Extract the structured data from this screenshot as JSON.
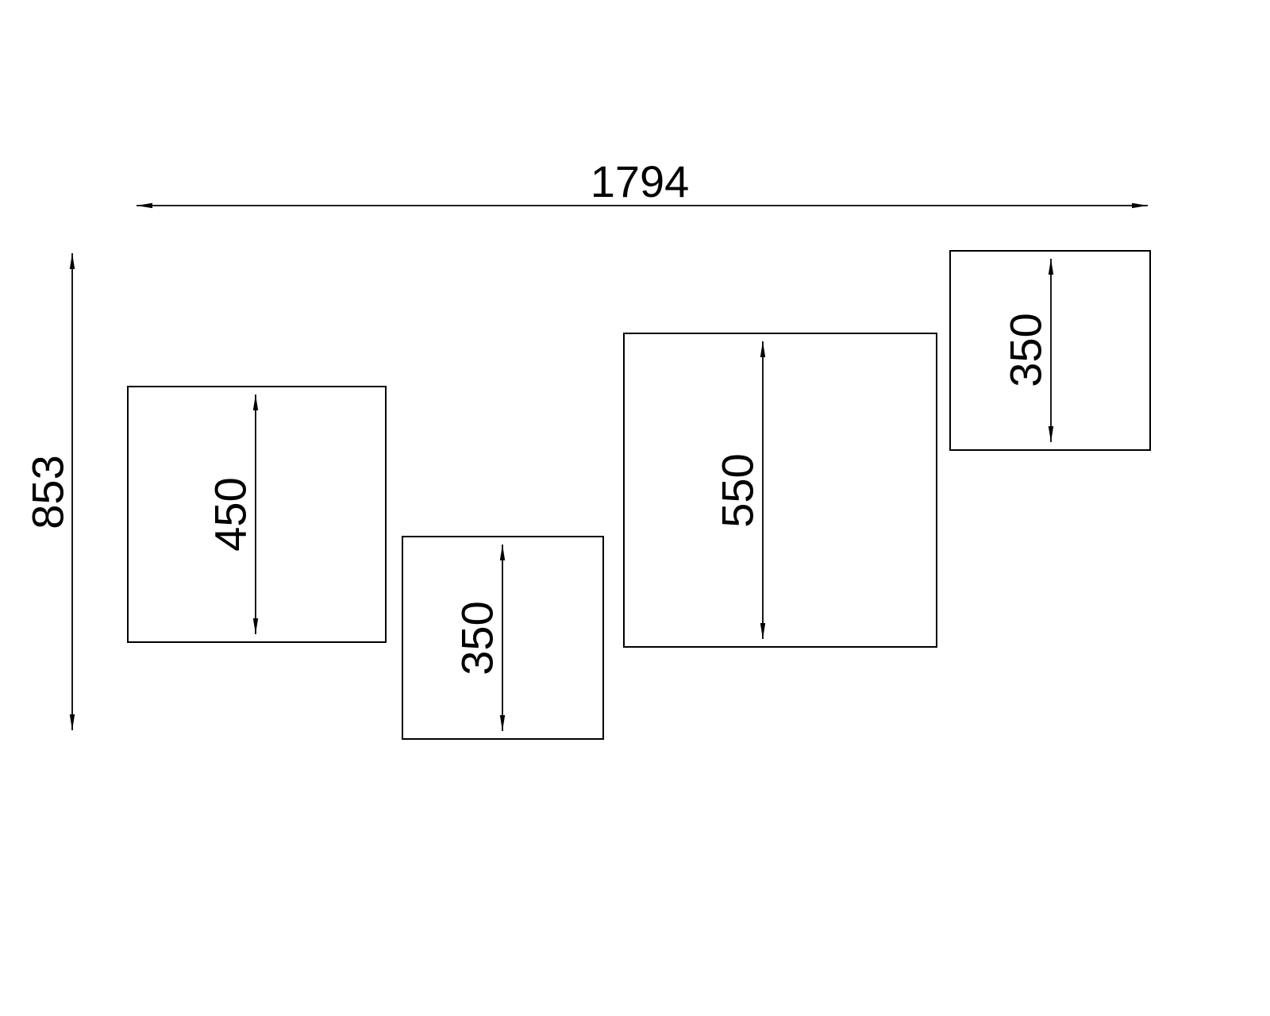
{
  "page": {
    "background": "#ffffff",
    "line_color": "#000000"
  },
  "drawing": {
    "type": "dimensioned-elevation",
    "overall_width": {
      "label": "1794"
    },
    "overall_height": {
      "label": "853"
    },
    "boxes": [
      {
        "id": "box-1",
        "height_label": "450"
      },
      {
        "id": "box-2",
        "height_label": "350"
      },
      {
        "id": "box-3",
        "height_label": "550"
      },
      {
        "id": "box-4",
        "height_label": "350"
      }
    ]
  }
}
